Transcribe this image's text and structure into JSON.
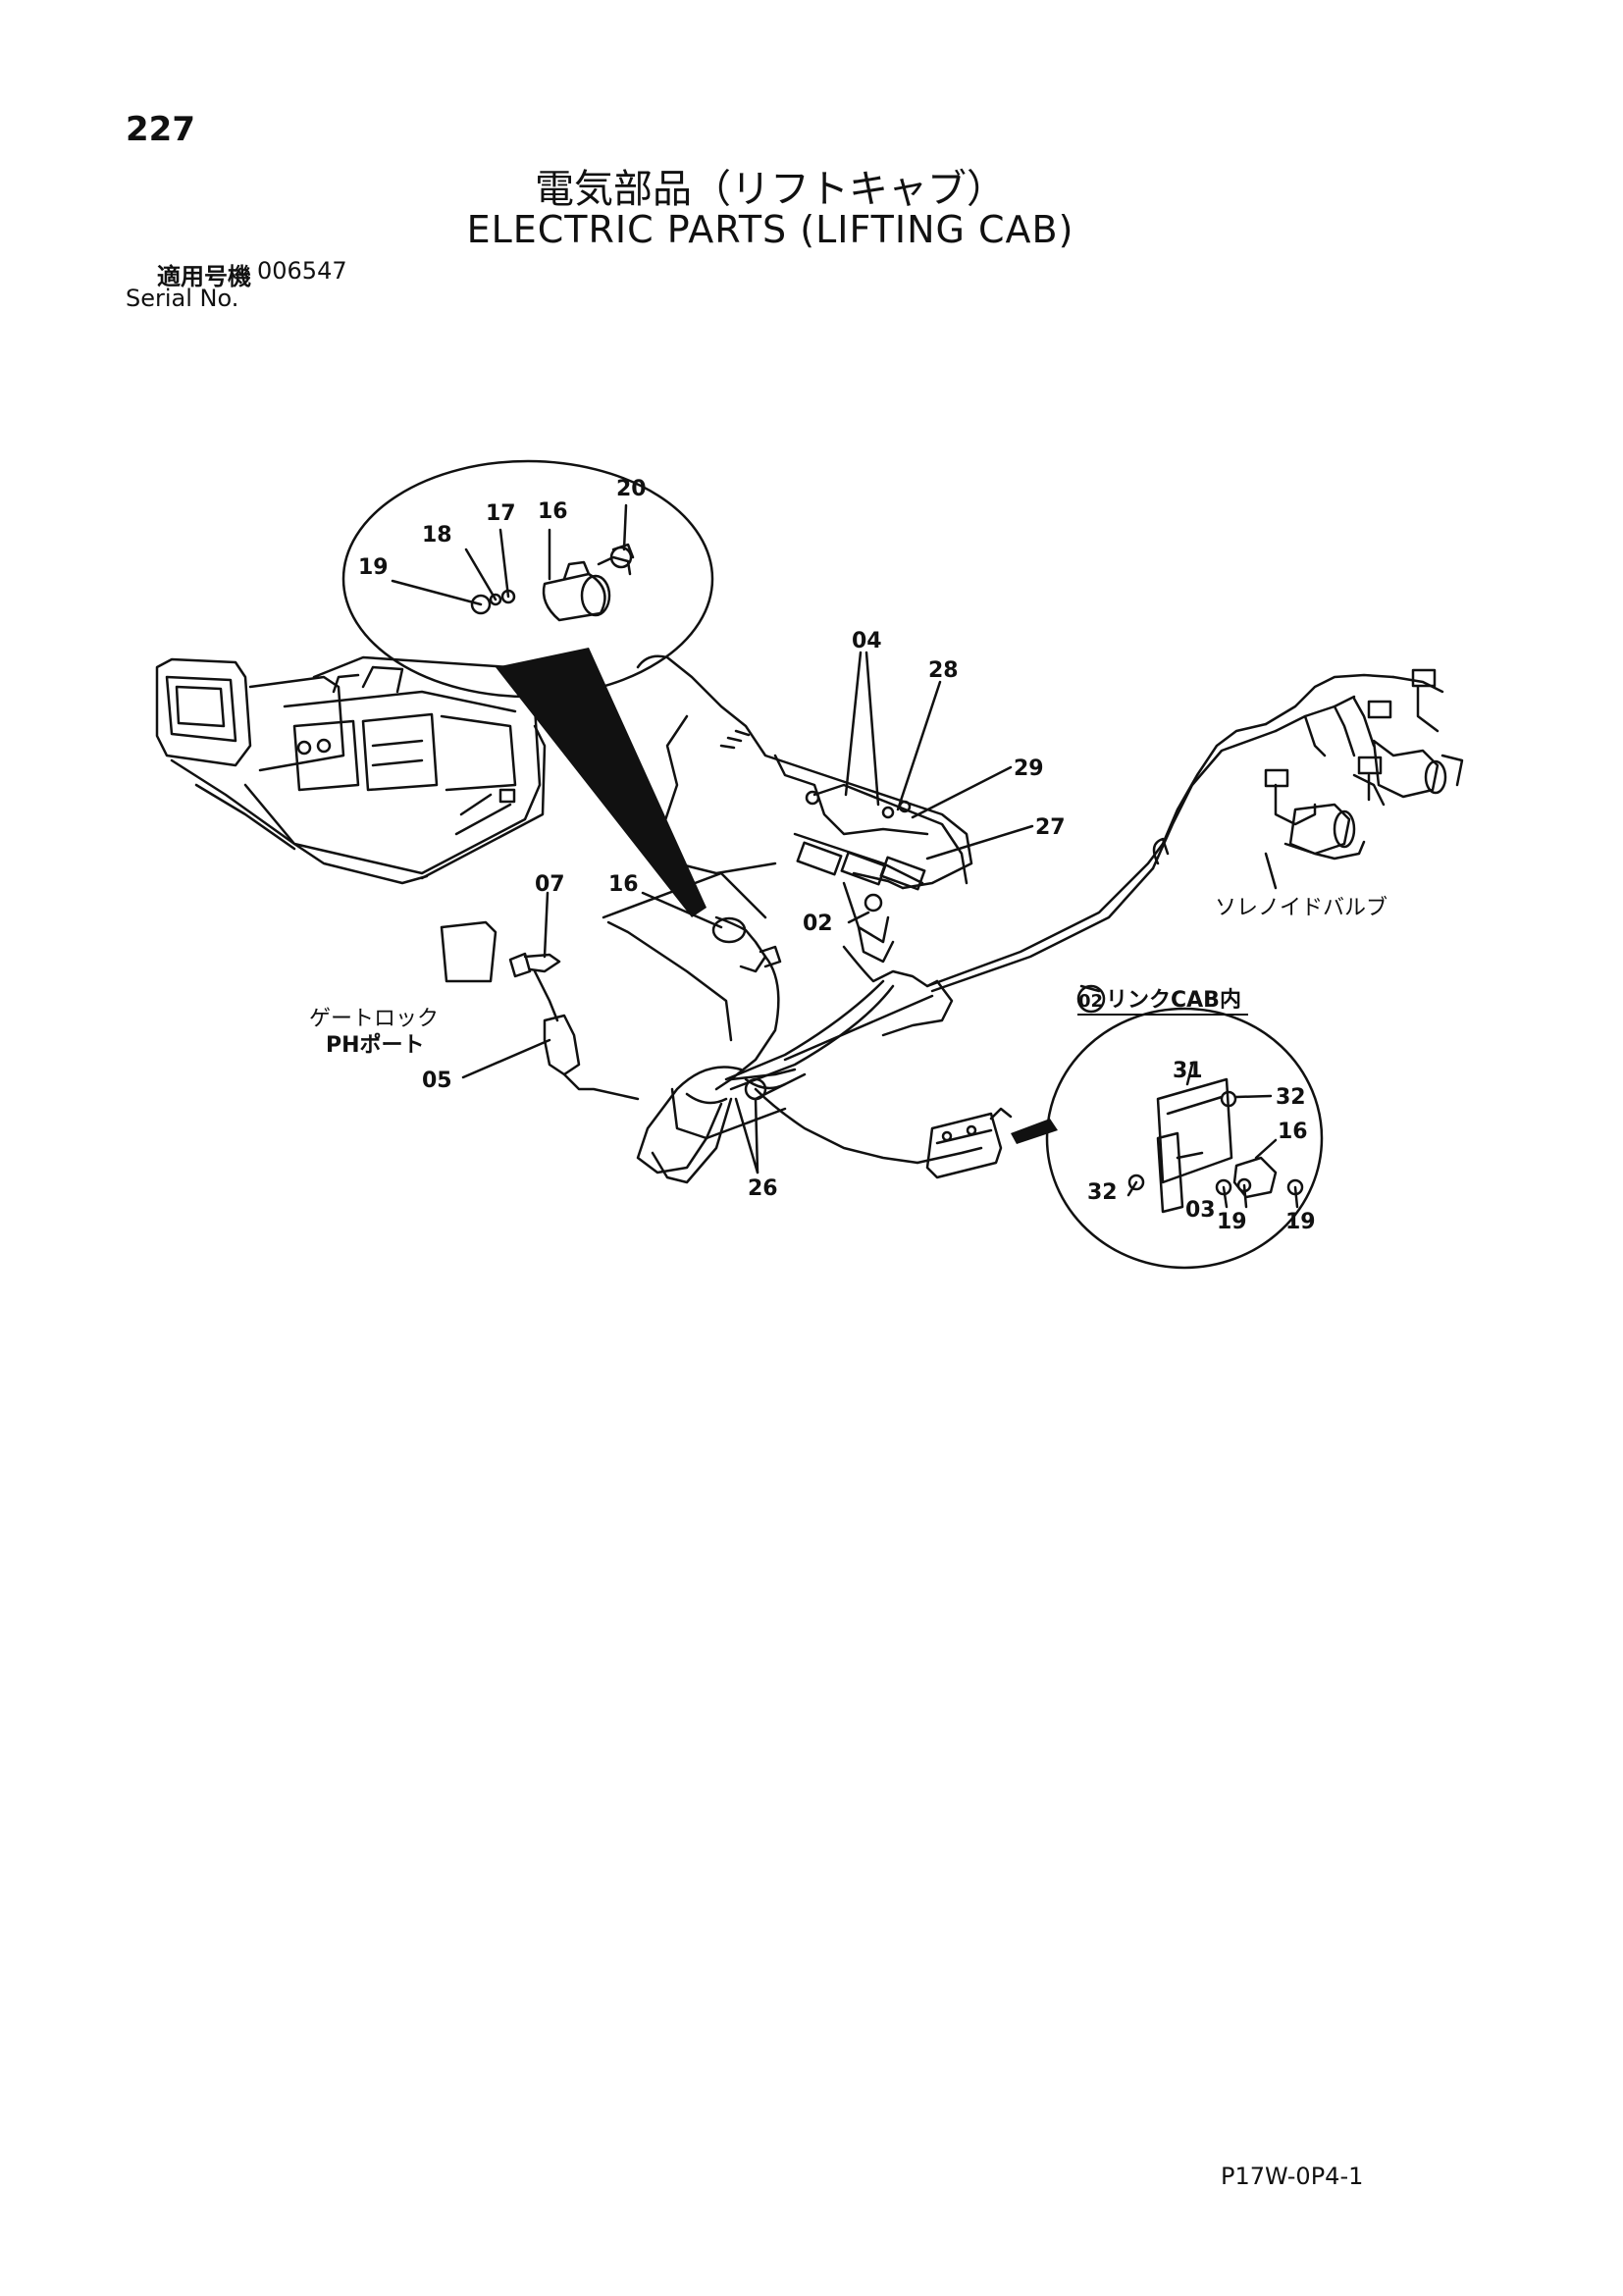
{
  "page_number": "227",
  "title_jp": "電気部品（リフトキャブ）",
  "title_en": "ELECTRIC PARTS (LIFTING CAB)",
  "serial": {
    "label_jp": "適用号機",
    "value": "006547",
    "label_en": "Serial No."
  },
  "callouts": {
    "c20": "20",
    "c16a": "16",
    "c17": "17",
    "c18": "18",
    "c19a": "19",
    "c04": "04",
    "c28": "28",
    "c29": "29",
    "c27": "27",
    "c02": "02",
    "c07": "07",
    "c16b": "16",
    "c05": "05",
    "c26": "26",
    "c31": "31",
    "c32a": "32",
    "c32b": "32",
    "c16c": "16",
    "c03": "03",
    "c19b": "19",
    "c19c": "19"
  },
  "labels": {
    "gate_lock": "ゲートロック",
    "ph_port": "PHポート",
    "solenoid_valve": "ソレノイドバルブ",
    "link_cab": "リンクCAB内",
    "link_cab_num": "02"
  },
  "page_code": "P17W-0P4-1"
}
